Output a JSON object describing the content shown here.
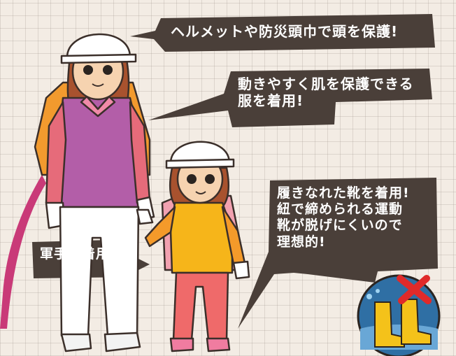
{
  "callouts": {
    "helmet": "ヘルメットや防災頭巾で頭を保護!",
    "clothes_line1": "動きやすく肌を保護できる",
    "clothes_line2": "服を着用!",
    "shoes_line1": "履きなれた靴を着用!",
    "shoes_line2": "紐で締められる運動",
    "shoes_line3": "靴が脱げにくいので",
    "shoes_line4": "理想的!",
    "gloves": "軍手を着用!"
  },
  "icons": {
    "rain_boots": "rain-boots-icon",
    "prohibited_mark": "red-x-icon"
  },
  "colors": {
    "bubble": "#4a3f39",
    "background": "#f3ece4",
    "accent_red": "#e02a2a",
    "backpack_orange": "#f29a2e",
    "jacket_purple": "#b35ea8",
    "child_jacket_yellow": "#f6b51a",
    "child_pants_red": "#ef6a6a"
  }
}
